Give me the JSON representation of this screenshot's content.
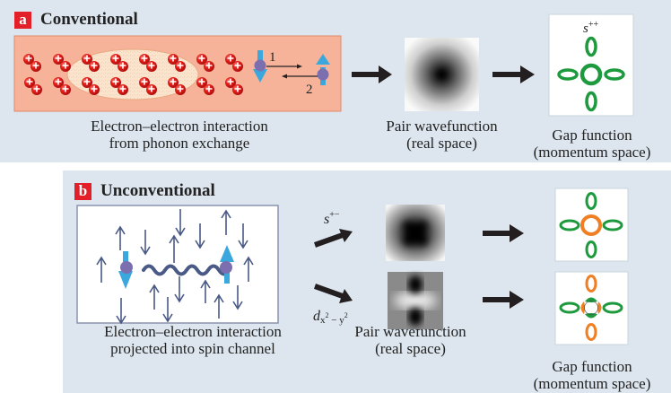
{
  "panel_a": {
    "badge": "a",
    "title": "Conventional",
    "interaction_caption": [
      "Electron–electron interaction",
      "from phonon exchange"
    ],
    "wavefunction_caption": [
      "Pair wavefunction",
      "(real space)"
    ],
    "gap_caption": [
      "Gap function",
      "(momentum space)"
    ],
    "electron_labels": [
      "1",
      "2"
    ],
    "gap_symmetry": "s",
    "gap_symmetry_sup": "++"
  },
  "panel_b": {
    "badge": "b",
    "title": "Unconventional",
    "interaction_caption": [
      "Electron–electron interaction",
      "projected into spin channel"
    ],
    "wavefunction_caption": [
      "Pair wavefunction",
      "(real space)"
    ],
    "gap_caption": [
      "Gap function",
      "(momentum space)"
    ],
    "branch_top": {
      "symbol": "s",
      "sup": "+−"
    },
    "branch_bottom": {
      "symbol": "d",
      "sub_a": "x",
      "sup_a": "2",
      "sub_mid": " − y",
      "sup_b": "2"
    }
  },
  "colors": {
    "panel_bg": "#dde6ee",
    "badge": "#e3202a",
    "lattice_bg": "#f7b39a",
    "ellipse": "#fbe3cc",
    "ion": "#e0201c",
    "spin_arrow": "#3aa8dd",
    "electron": "#7b6fb0",
    "spin_field": "#4a5a86",
    "gap_positive": "#1e9a3e",
    "gap_negative": "#ef7f22",
    "arrow": "#231f20"
  }
}
